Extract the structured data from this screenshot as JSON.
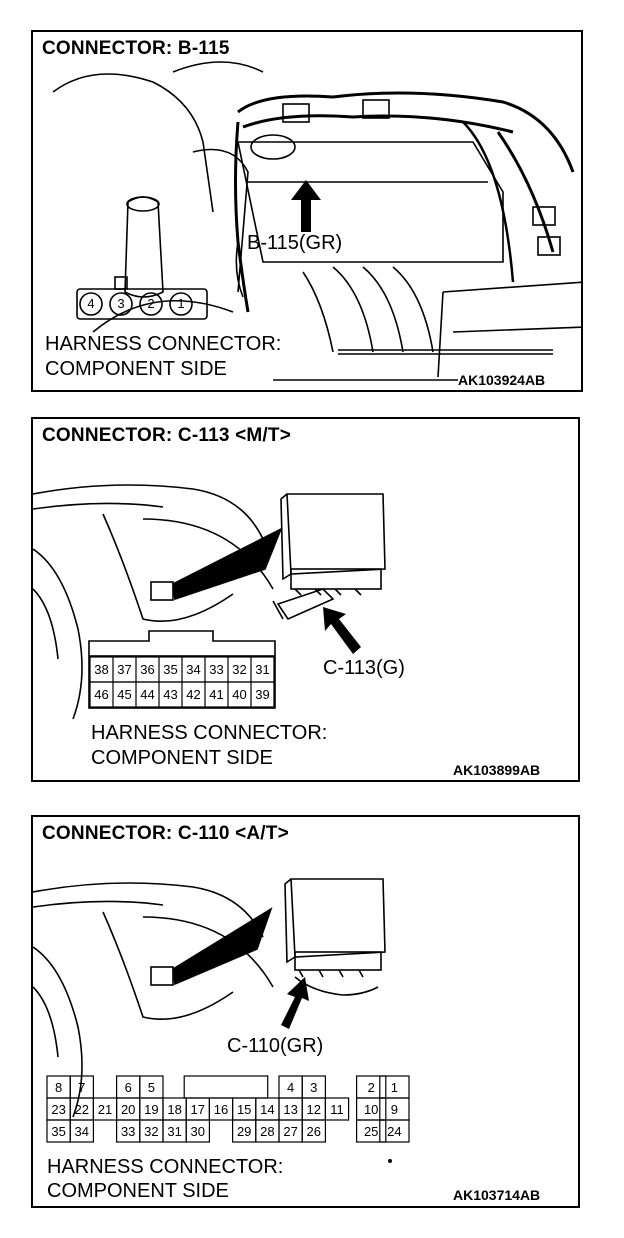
{
  "panel_b115": {
    "title": "CONNECTOR: B-115",
    "callout": "B-115(GR)",
    "pins": [
      "4",
      "3",
      "2",
      "1"
    ],
    "caption_line1": "HARNESS CONNECTOR:",
    "caption_line2": "COMPONENT SIDE",
    "code": "AK103924AB"
  },
  "panel_c113": {
    "title": "CONNECTOR: C-113 <M/T>",
    "callout": "C-113(G)",
    "row_top": [
      "38",
      "37",
      "36",
      "35",
      "34",
      "33",
      "32",
      "31"
    ],
    "row_bottom": [
      "46",
      "45",
      "44",
      "43",
      "42",
      "41",
      "40",
      "39"
    ],
    "caption_line1": "HARNESS CONNECTOR:",
    "caption_line2": "COMPONENT SIDE",
    "code": "AK103899AB"
  },
  "panel_c110": {
    "title": "CONNECTOR: C-110 <A/T>",
    "callout": "C-110(GR)",
    "row1": [
      "8",
      "7",
      "6",
      "5",
      "4",
      "3",
      "2",
      "1"
    ],
    "row2": [
      "23",
      "22",
      "21",
      "20",
      "19",
      "18",
      "17",
      "16",
      "15",
      "14",
      "13",
      "12",
      "11",
      "10",
      "9"
    ],
    "row3": [
      "35",
      "34",
      "33",
      "32",
      "31",
      "30",
      "29",
      "28",
      "27",
      "26",
      "25",
      "24"
    ],
    "caption_line1": "HARNESS CONNECTOR:",
    "caption_line2": "COMPONENT SIDE",
    "code": "AK103714AB"
  }
}
